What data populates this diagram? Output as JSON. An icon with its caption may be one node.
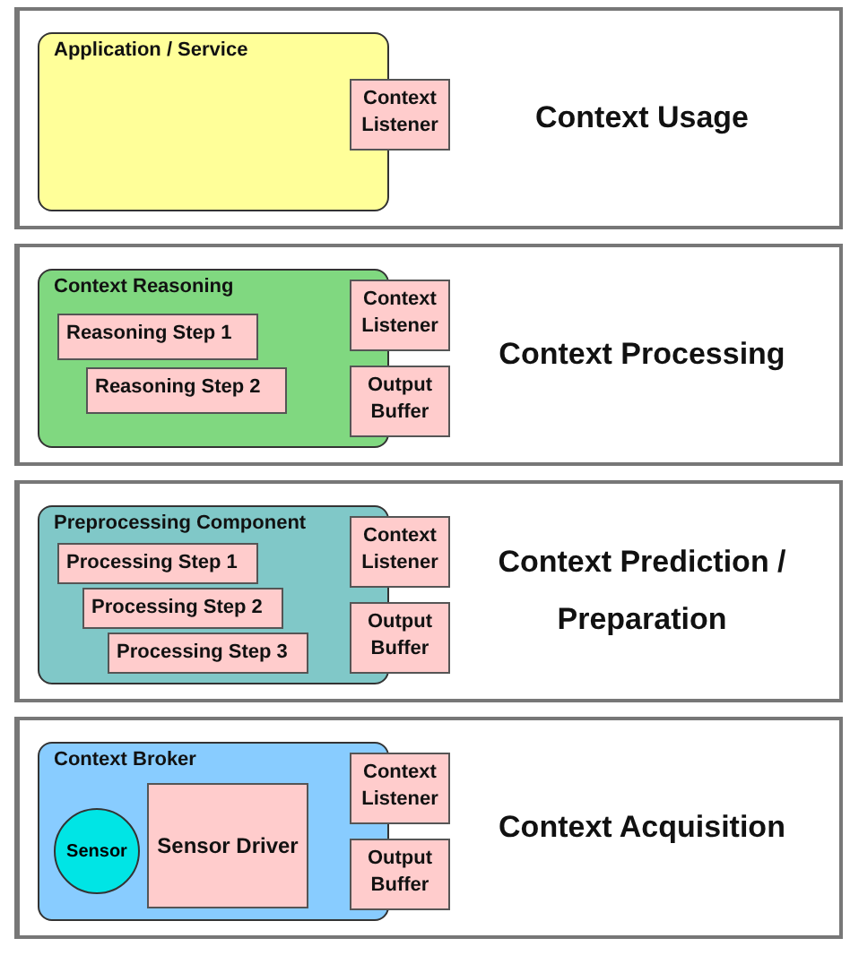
{
  "diagram": {
    "nodes": [
      {
        "text": [
          "Context Usage"
        ]
      },
      {
        "text": [
          "Application / Service"
        ],
        "in": 0
      },
      {
        "text": [
          "Context Listener"
        ],
        "in": 0
      },
      {
        "text": [
          "Context Processing"
        ]
      },
      {
        "text": [
          "Context Reasoning"
        ],
        "in": 3
      },
      {
        "text": [
          "Reasoning Step 1"
        ],
        "in": 4
      },
      {
        "text": [
          "Reasoning Step 2"
        ],
        "in": 4
      },
      {
        "text": [
          "Context Listener"
        ],
        "in": 3
      },
      {
        "text": [
          "Output Buffer"
        ],
        "in": 3
      },
      {
        "text": [
          "Context Prediction / Preparation"
        ]
      },
      {
        "text": [
          "Preprocessing Component"
        ],
        "in": 9
      },
      {
        "text": [
          "Processing Step 1"
        ],
        "in": 10
      },
      {
        "text": [
          "Processing Step 2"
        ],
        "in": 10
      },
      {
        "text": [
          "Processing Step 3"
        ],
        "in": 10
      },
      {
        "text": [
          "Context Listener"
        ],
        "in": 9
      },
      {
        "text": [
          "Output Buffer"
        ],
        "in": 9
      },
      {
        "text": [
          "Context Acquisition"
        ]
      },
      {
        "text": [
          "Context Broker"
        ],
        "in": 16
      },
      {
        "text": [
          "Sensor"
        ],
        "in": 17
      },
      {
        "text": [
          "Sensor Driver"
        ],
        "in": 17
      },
      {
        "text": [
          "Context Listener"
        ],
        "in": 16
      },
      {
        "text": [
          "Output Buffer"
        ],
        "in": 16
      }
    ],
    "edges": []
  }
}
